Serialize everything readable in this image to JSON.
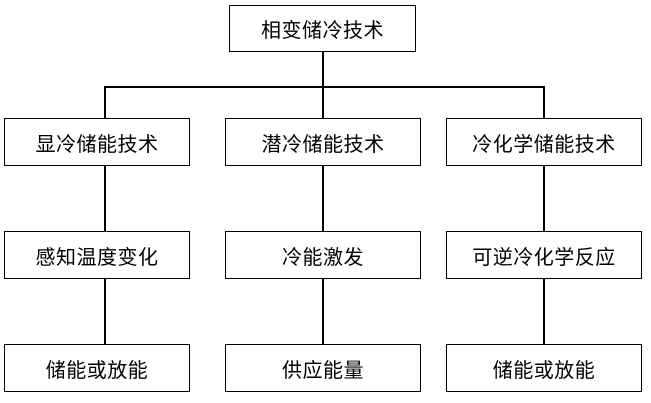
{
  "root": {
    "label": "相变储冷技术"
  },
  "branches": [
    {
      "label": "显冷储能技术",
      "mechanism": "感知温度变化",
      "outcome": "储能或放能"
    },
    {
      "label": "潜冷储能技术",
      "mechanism": "冷能激发",
      "outcome": "供应能量"
    },
    {
      "label": "冷化学储能技术",
      "mechanism": "可逆冷化学反应",
      "outcome": "储能或放能"
    }
  ]
}
